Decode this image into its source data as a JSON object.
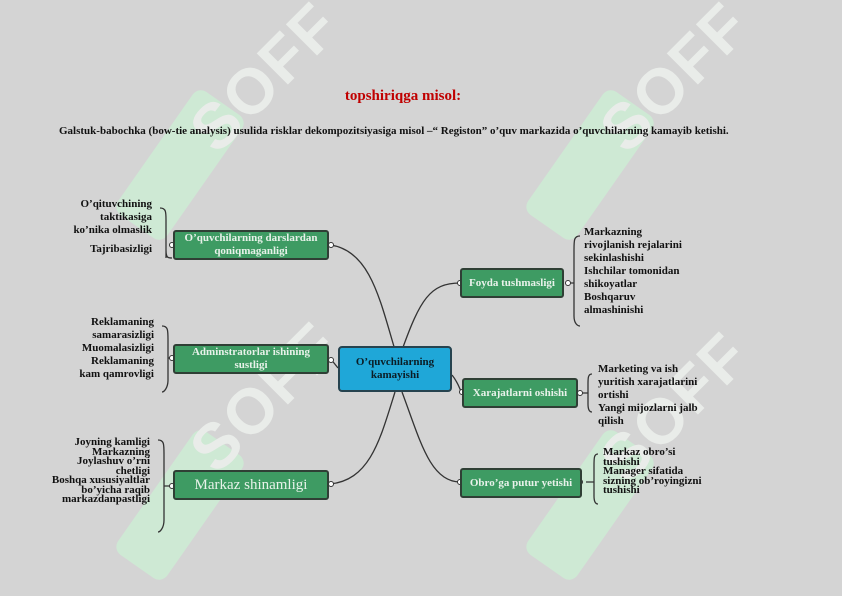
{
  "header": {
    "title": "topshiriqga misol:",
    "intro": "Galstuk-babochka (bow-tie analysis) usulida risklar dekompozitsiyasiga misol –“ Registon” o’quv markazida o’quvchilarning kamayib ketishi."
  },
  "watermark": {
    "text": "SOFF"
  },
  "diagram": {
    "center": "O’quvchilarning kamayishi",
    "left": [
      {
        "label": "O’quvchilarning darslardan qoniqmaganligi",
        "leaves": [
          "O’qituvchining",
          "taktikasiga",
          "ko’nika olmaslik",
          "Tajribasizligi"
        ]
      },
      {
        "label": "Adminstratorlar ishining sustligi",
        "leaves": [
          "Reklamaning",
          "samarasizligi",
          "Muomalasizligi",
          "Reklamaning",
          "kam qamrovligi"
        ]
      },
      {
        "label": "Markaz shinamligi",
        "leaves": [
          "Joyning kamligi",
          "Markazning",
          "Joylashuv o’rni",
          "chetligi",
          "Boshqa xususiyaltlar",
          "bo’yicha raqib",
          "markazdanpastligi"
        ]
      }
    ],
    "right": [
      {
        "label": "Foyda tushmasligi",
        "leaves": [
          "Markazning",
          "rivojlanish rejalarini",
          "sekinlashishi",
          "Ishchilar tomonidan",
          "shikoyatlar",
          "Boshqaruv",
          "almashinishi"
        ]
      },
      {
        "label": "Xarajatlarni oshishi",
        "leaves": [
          "Marketing va ish",
          "yuritish xarajatlarini",
          "ortishi",
          "Yangi mijozlarni  jalb",
          "qilish"
        ]
      },
      {
        "label": "Obro’ga putur yetishi",
        "leaves": [
          "Markaz obro’si",
          "tushishi",
          "Manager  sifatida",
          "sizning ob’royingizni",
          "tushishi"
        ]
      }
    ]
  }
}
